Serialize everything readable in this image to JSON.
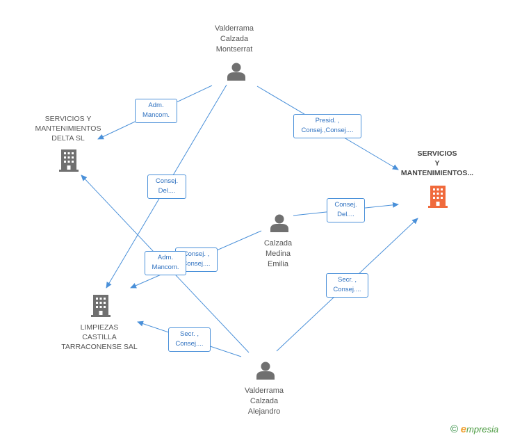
{
  "nodes": {
    "montserrat": {
      "label": "Valderrama\nCalzada\nMontserrat"
    },
    "emilia": {
      "label": "Calzada\nMedina\nEmilia"
    },
    "alejandro": {
      "label": "Valderrama\nCalzada\nAlejandro"
    },
    "delta": {
      "label": "SERVICIOS Y\nMANTENIMIENTOS\nDELTA SL"
    },
    "servicios_main": {
      "label": "SERVICIOS\nY\nMANTENIMIENTOS..."
    },
    "limpiezas": {
      "label": "LIMPIEZAS\nCASTILLA\nTARRACONENSE SAL"
    }
  },
  "edge_labels": {
    "montserrat_delta": "Adm.\nMancom.",
    "montserrat_main": "Presid. ,\nConsej.,Consej....",
    "montserrat_limpiezas": "Consej.\nDel....",
    "emilia_main": "Consej.\nDel....",
    "emilia_limpiezas": "Consej. ,\nConsej....",
    "alejandro_delta": "Adm.\nMancom.",
    "alejandro_main": "Secr. ,\nConsej....",
    "alejandro_limpiezas": "Secr. ,\nConsej...."
  },
  "colors": {
    "edge": "#4a90d9",
    "person_icon": "#707070",
    "company_icon": "#707070",
    "main_company_icon": "#f06a3c"
  },
  "footer": {
    "copyright": "©",
    "brand_initial": "e",
    "brand_rest": "mpresia"
  }
}
